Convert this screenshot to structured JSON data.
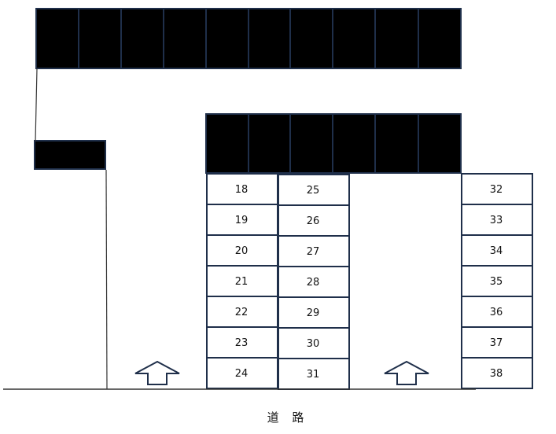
{
  "road_label": "道 路",
  "colors": {
    "stall_outline": "#1f2f4a",
    "occupied_fill": "#000000",
    "open_fill": "#ffffff"
  },
  "stall_columns": [
    [
      "18",
      "19",
      "20",
      "21",
      "22",
      "23",
      "24"
    ],
    [
      "25",
      "26",
      "27",
      "28",
      "29",
      "30",
      "31"
    ],
    [
      "32",
      "33",
      "34",
      "35",
      "36",
      "37",
      "38"
    ]
  ],
  "entrance_arrows": [
    "up",
    "up"
  ],
  "occupied_blocks": {
    "top_row": 10,
    "middle_row": 6,
    "left_block": 1
  }
}
